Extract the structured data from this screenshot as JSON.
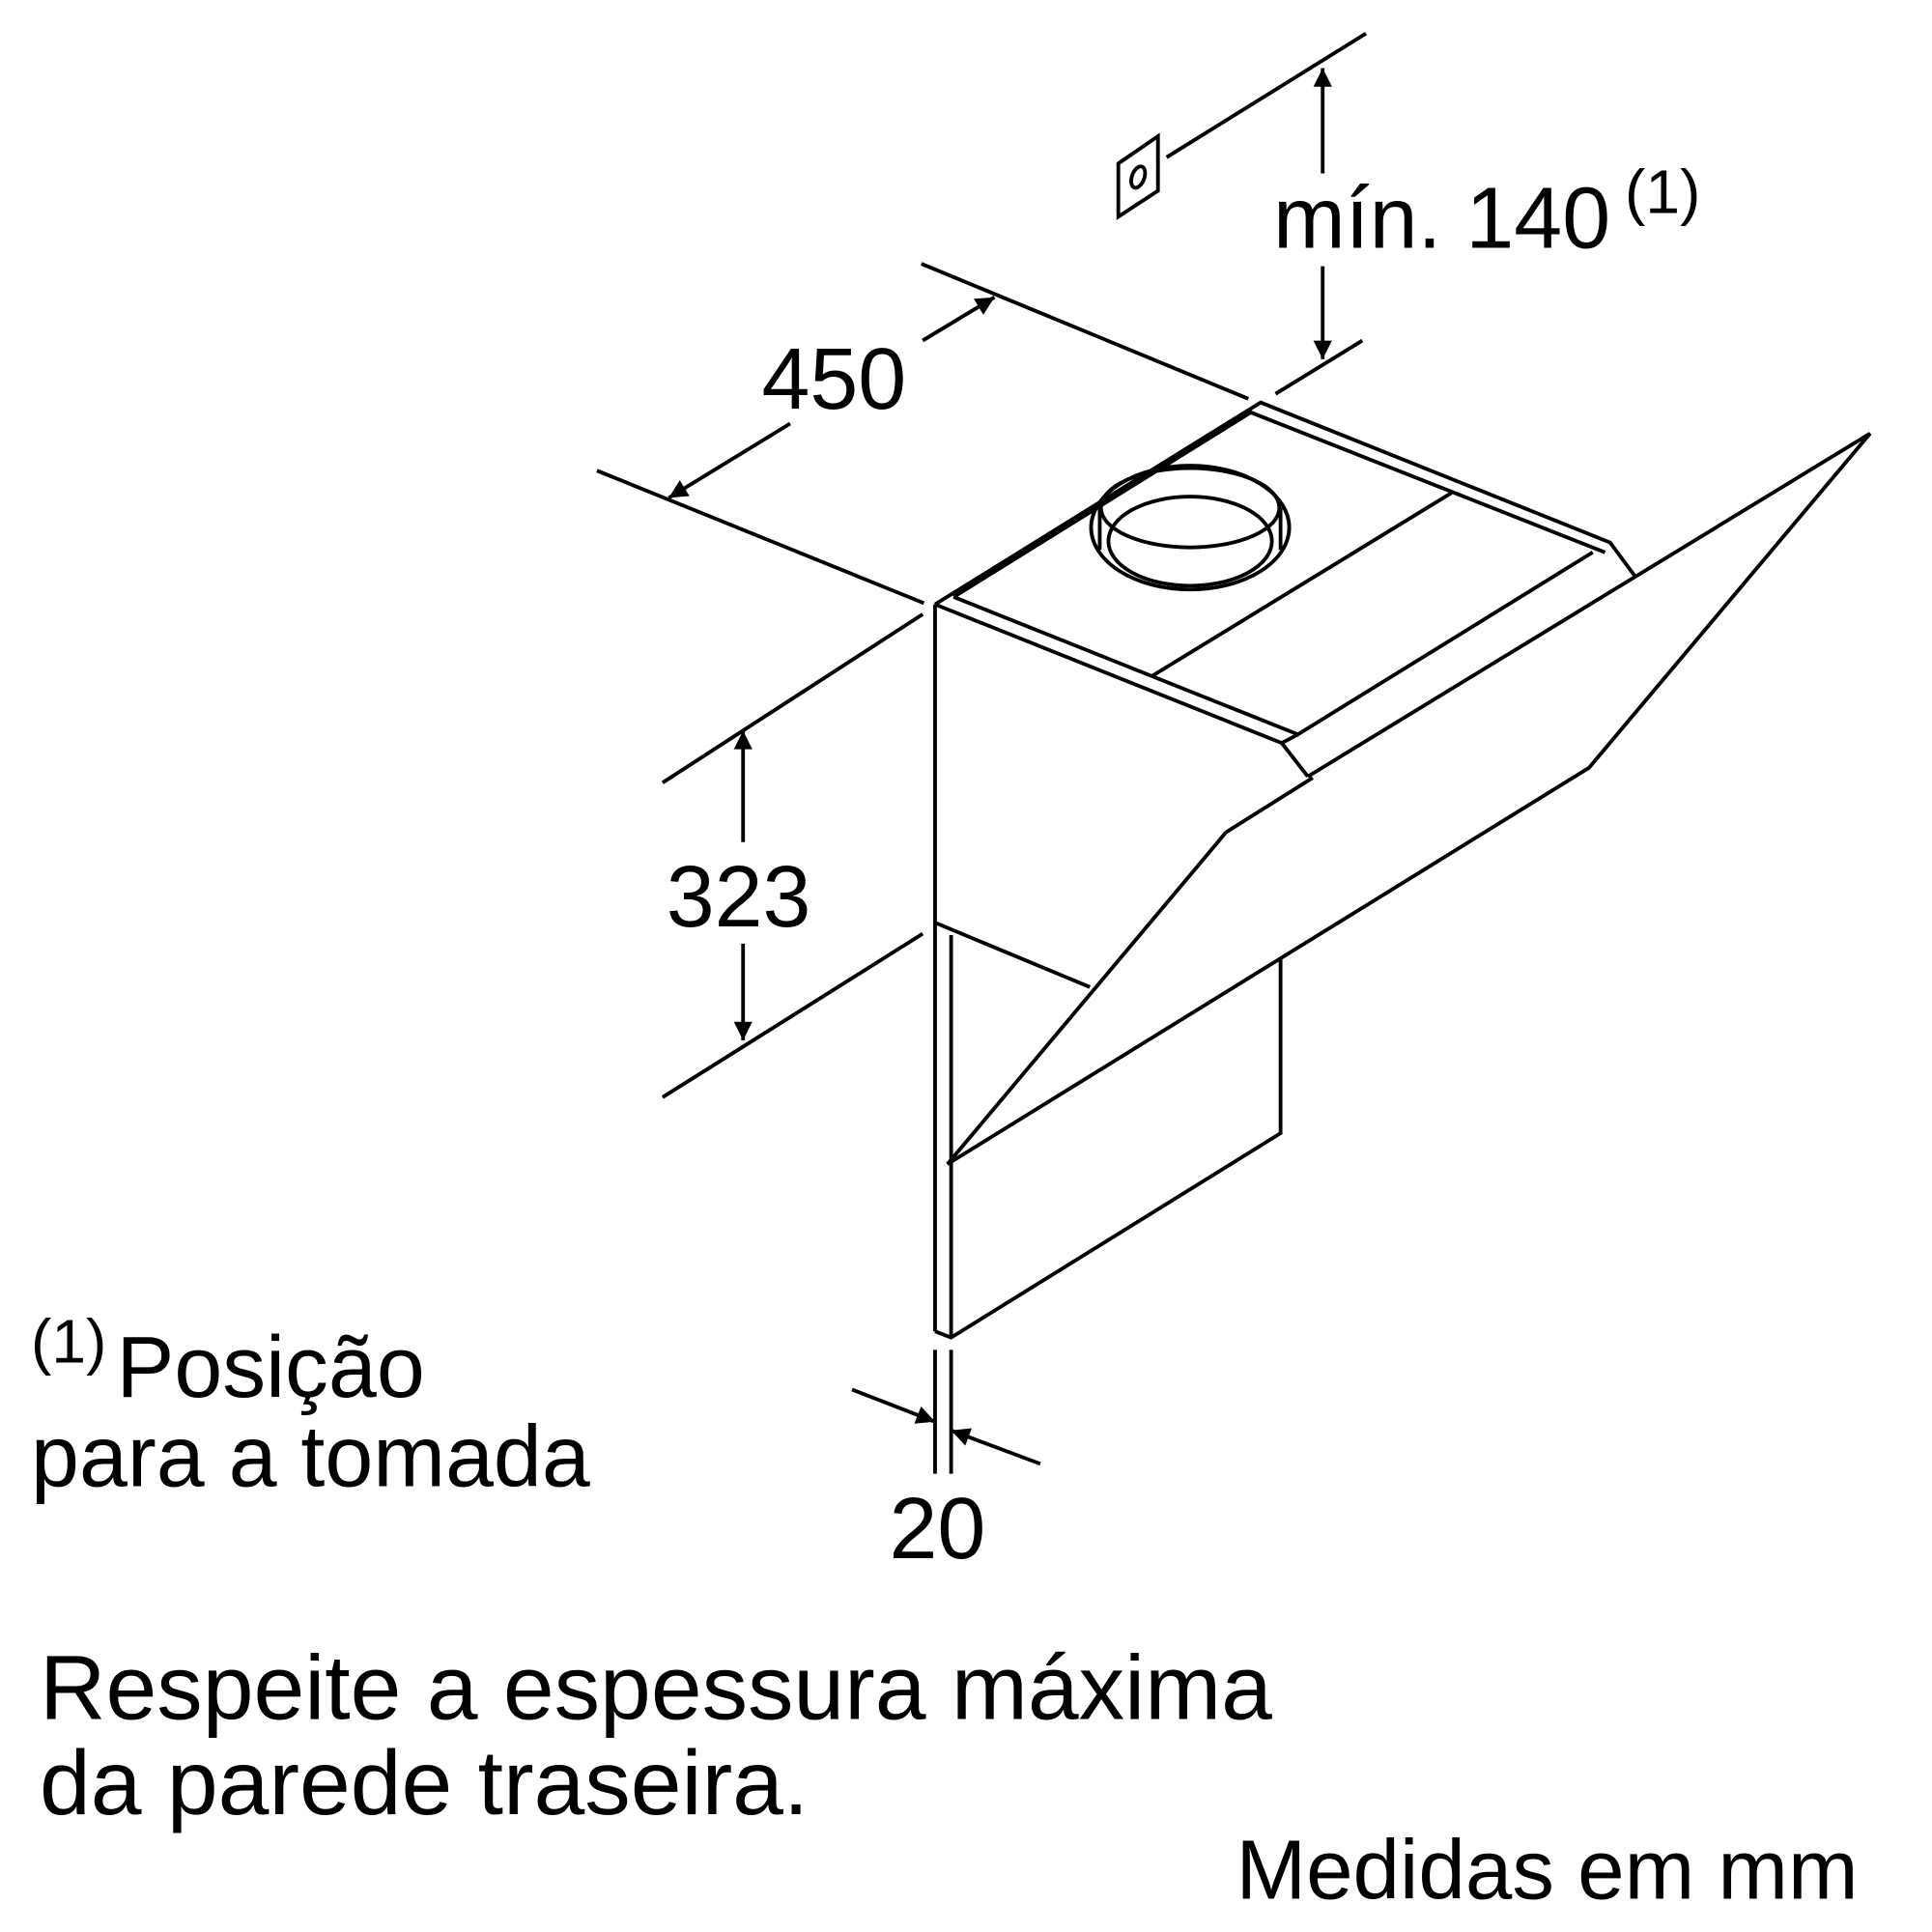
{
  "dimensions": {
    "min_outlet": "mín. 140",
    "min_outlet_note": "(1)",
    "width": "450",
    "height": "323",
    "wall_thickness": "20"
  },
  "footnote": {
    "marker": "(1)",
    "line1": "Posição",
    "line2": "para a tomada"
  },
  "notice": {
    "line1": "Respeite a espessura máxima",
    "line2": "da parede traseira."
  },
  "units": "Medidas em mm",
  "colors": {
    "line": "#000000",
    "background": "#ffffff"
  }
}
